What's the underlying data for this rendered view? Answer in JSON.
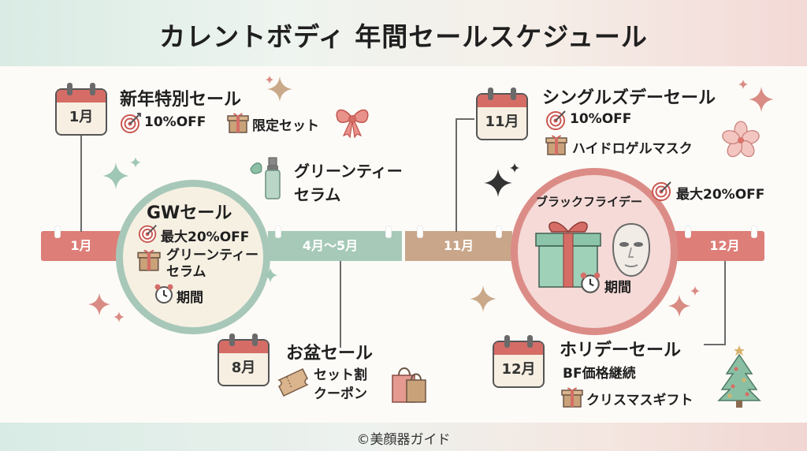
{
  "title": "カレントボディ 年間セールスケジュール",
  "footer": "©美顔器ガイド",
  "colors": {
    "pink": "#dd7e78",
    "green": "#a6c9b8",
    "tan": "#c9a689",
    "calendar_header": "#d56d66",
    "sparkle_pink": "#d98c84",
    "sparkle_green": "#9fc7b6",
    "sparkle_tan": "#c9a98a"
  },
  "timeline": {
    "labels": [
      "1月",
      "4月～5月",
      "11月",
      "12月"
    ]
  },
  "events": {
    "newyear": {
      "calendar": "1月",
      "title": "新年特別セール",
      "discount": "10%OFF",
      "gift": "限定セット",
      "icons": [
        "calendar-icon",
        "target-icon",
        "gift-icon",
        "ribbon-icon"
      ]
    },
    "gw": {
      "title": "GWセール",
      "discount": "最大20%OFF",
      "gift_line1": "グリーンティー",
      "gift_line2": "セラム",
      "period": "期間",
      "icons": [
        "target-icon",
        "gift-icon",
        "alarm-clock-icon"
      ]
    },
    "serum": {
      "line1": "グリーンティー",
      "line2": "セラム",
      "icons": [
        "serum-bottle-icon",
        "leaf-icon"
      ]
    },
    "obon": {
      "calendar": "8月",
      "title": "お盆セール",
      "line1": "セット割",
      "line2": "クーポン",
      "icons": [
        "calendar-icon",
        "ticket-icon",
        "shopping-bag-icon"
      ]
    },
    "singles": {
      "calendar": "11月",
      "title": "シングルズデーセール",
      "discount": "10%OFF",
      "gift": "ハイドロゲルマスク",
      "icons": [
        "calendar-icon",
        "target-icon",
        "gift-icon",
        "sakura-icon"
      ]
    },
    "blackfriday": {
      "title": "ブラックフライデー",
      "discount": "最大20%OFF",
      "period": "期間",
      "icons": [
        "gift-box-icon",
        "led-mask-icon",
        "alarm-clock-icon",
        "target-icon"
      ]
    },
    "holiday": {
      "calendar": "12月",
      "title": "ホリデーセール",
      "subtitle": "BF価格継続",
      "gift": "クリスマスギフト",
      "icons": [
        "calendar-icon",
        "gift-icon",
        "christmas-tree-icon"
      ]
    }
  }
}
